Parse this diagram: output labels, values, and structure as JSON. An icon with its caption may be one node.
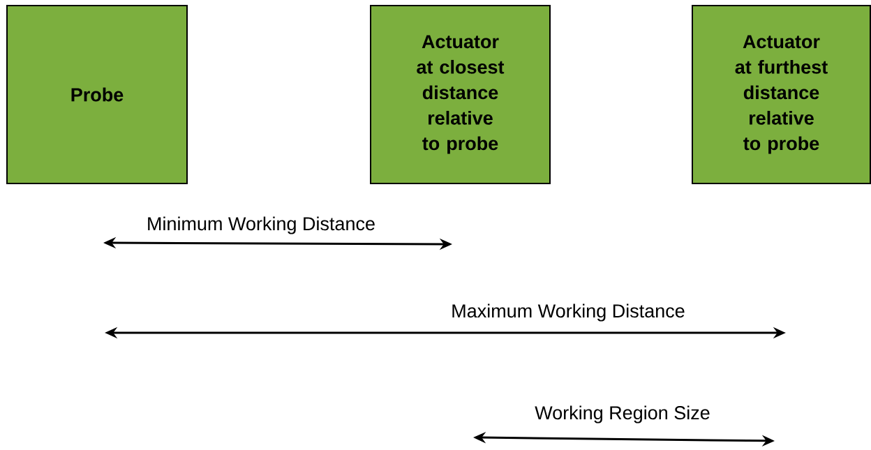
{
  "diagram": {
    "nodes": [
      {
        "text": [
          "Probe"
        ]
      },
      {
        "text": [
          "Actuator at closest distance relative to probe"
        ]
      },
      {
        "text": [
          "Actuator at furthest distance relative to probe"
        ]
      }
    ],
    "labels": [
      "Minimum Working Distance",
      "Maximum Working Distance",
      "Working Region Size"
    ]
  }
}
